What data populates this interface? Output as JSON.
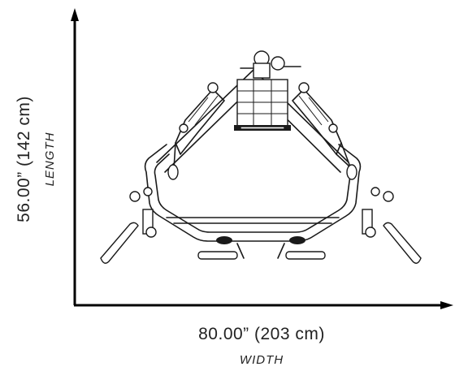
{
  "width": {
    "measurement": "80.00” (203 cm)",
    "label": "WIDTH"
  },
  "length": {
    "measurement": "56.00” (142 cm)",
    "label": "LENGTH"
  },
  "colors": {
    "line": "#000000",
    "text": "#222222"
  }
}
